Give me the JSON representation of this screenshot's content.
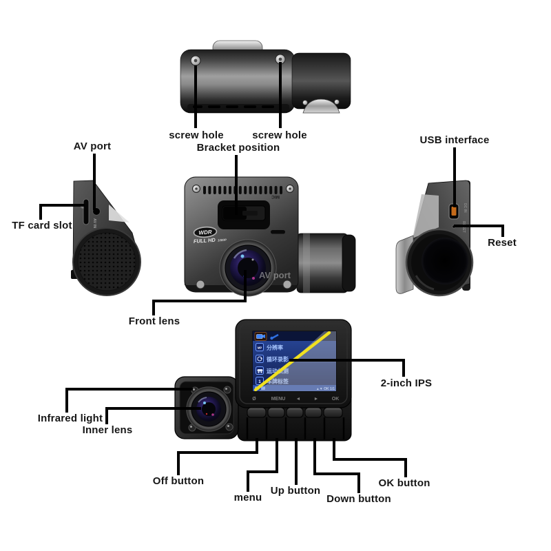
{
  "figure": {
    "background_color": "#ffffff",
    "callout_line_color": "#000000"
  },
  "callouts": {
    "screw_hole_left": "screw hole",
    "screw_hole_right": "screw hole",
    "bracket_position": "Bracket position",
    "av_port": "AV port",
    "tf_card_slot": "TF card slot",
    "usb_interface": "USB interface",
    "reset": "Reset",
    "front_lens": "Front lens",
    "ips": "2-inch IPS",
    "infrared_light": "Infrared light",
    "inner_lens": "Inner lens",
    "off_button": "Off button",
    "menu": "menu",
    "up_button": "Up button",
    "down_button": "Down button",
    "ok_button": "OK button"
  },
  "markings": {
    "mic": "MIC",
    "wdr": "WDR",
    "full_hd": "FULL HD",
    "res": "1080P",
    "tf": "TF",
    "av_in": "AV IN",
    "dc_in": "DC IN",
    "reset": "RESET",
    "watermark": "AV port"
  },
  "screen": {
    "menu_items": [
      "分辨率",
      "循环录影",
      "运动侦测",
      "车牌标签"
    ],
    "status_right": "▲▼ OK 1/1",
    "bezel": {
      "power": "Ø",
      "menu": "MENU",
      "left": "◄",
      "right": "►",
      "ok": "OK"
    }
  },
  "colors": {
    "accent_yellow_film_edge": "#f0e020",
    "screen_menu_background": "#1b2f73",
    "screen_text_blue": "#a8c6ff",
    "usb_port_inner": "#c46a1a",
    "label_text": "#161616"
  }
}
